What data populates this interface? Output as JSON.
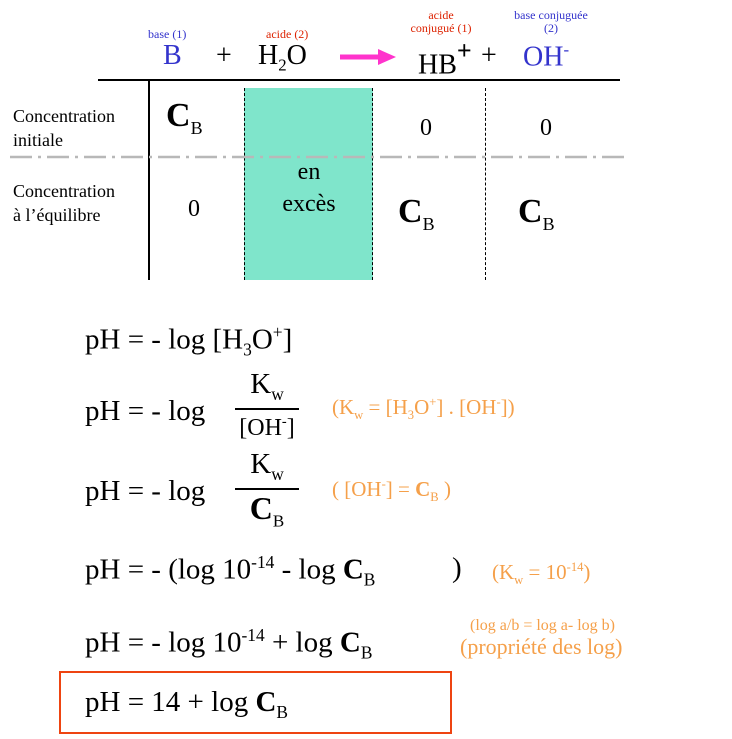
{
  "reaction": {
    "base1_label": "base (1)",
    "acid2_label": "acide (2)",
    "conj_acid1_label": "acide conjugué (1)",
    "conj_base2_label": "base conjuguée (2)",
    "base": "B",
    "plus": "+",
    "water": "H",
    "water_sub": "2",
    "water_end": "O",
    "product_acid": "HB",
    "product_acid_charge": "+",
    "product_base": "OH",
    "product_base_charge": "-"
  },
  "table": {
    "row1_label_1": "Concentration",
    "row1_label_2": "initiale",
    "row2_label_1": "Concentration",
    "row2_label_2": "à l’équilibre",
    "cb": "C",
    "cb_sub": "B",
    "zero": "0",
    "excess_1": "en",
    "excess_2": "excès"
  },
  "equations": {
    "ph": "pH = - log",
    "l1_rest": "[H",
    "l1_sub": "3",
    "l1_o": "O",
    "l1_sup": "+",
    "l1_end": "]",
    "kw": "K",
    "kw_sub": "w",
    "oh_den": "[OH",
    "oh_den_sup": "-",
    "oh_den_end": "]",
    "note2": "(K",
    "note2_sub": "w",
    "note2_mid": " = [H",
    "note2_sub2": "3",
    "note2_o": "O",
    "note2_sup": "+",
    "note2_mid2": "] . [OH",
    "note2_sup2": "-",
    "note2_end": "])",
    "note3_start": "( [OH",
    "note3_sup": "-",
    "note3_mid": "] = ",
    "note3_c": "C",
    "note3_sub": "B",
    "note3_end": " )",
    "l4_start": "pH = - (log 10",
    "l4_sup": "-14",
    "l4_mid": " - log  ",
    "l4_c": "C",
    "l4_sub": "B",
    "l4_paren": ")",
    "note4": "(K",
    "note4_sub": "w",
    "note4_mid": " = 10",
    "note4_sup": "-14",
    "note4_end": ")",
    "l5_start": "pH = -   log 10",
    "l5_sup": "-14",
    "l5_mid": " + log ",
    "l5_c": "C",
    "l5_sub": "B",
    "note5a": "(log a/b = log a- log b)",
    "note5b": "(propriété des log)",
    "final_start": "pH = 14 + log ",
    "final_c": "C",
    "final_sub": "B"
  },
  "colors": {
    "base_blue": "#3333cc",
    "acid_red": "#dd2200",
    "arrow_pink": "#ff33cc",
    "excess_fill": "#7fe5cb",
    "note_orange": "#f5a04a",
    "final_box": "#ee4411"
  }
}
